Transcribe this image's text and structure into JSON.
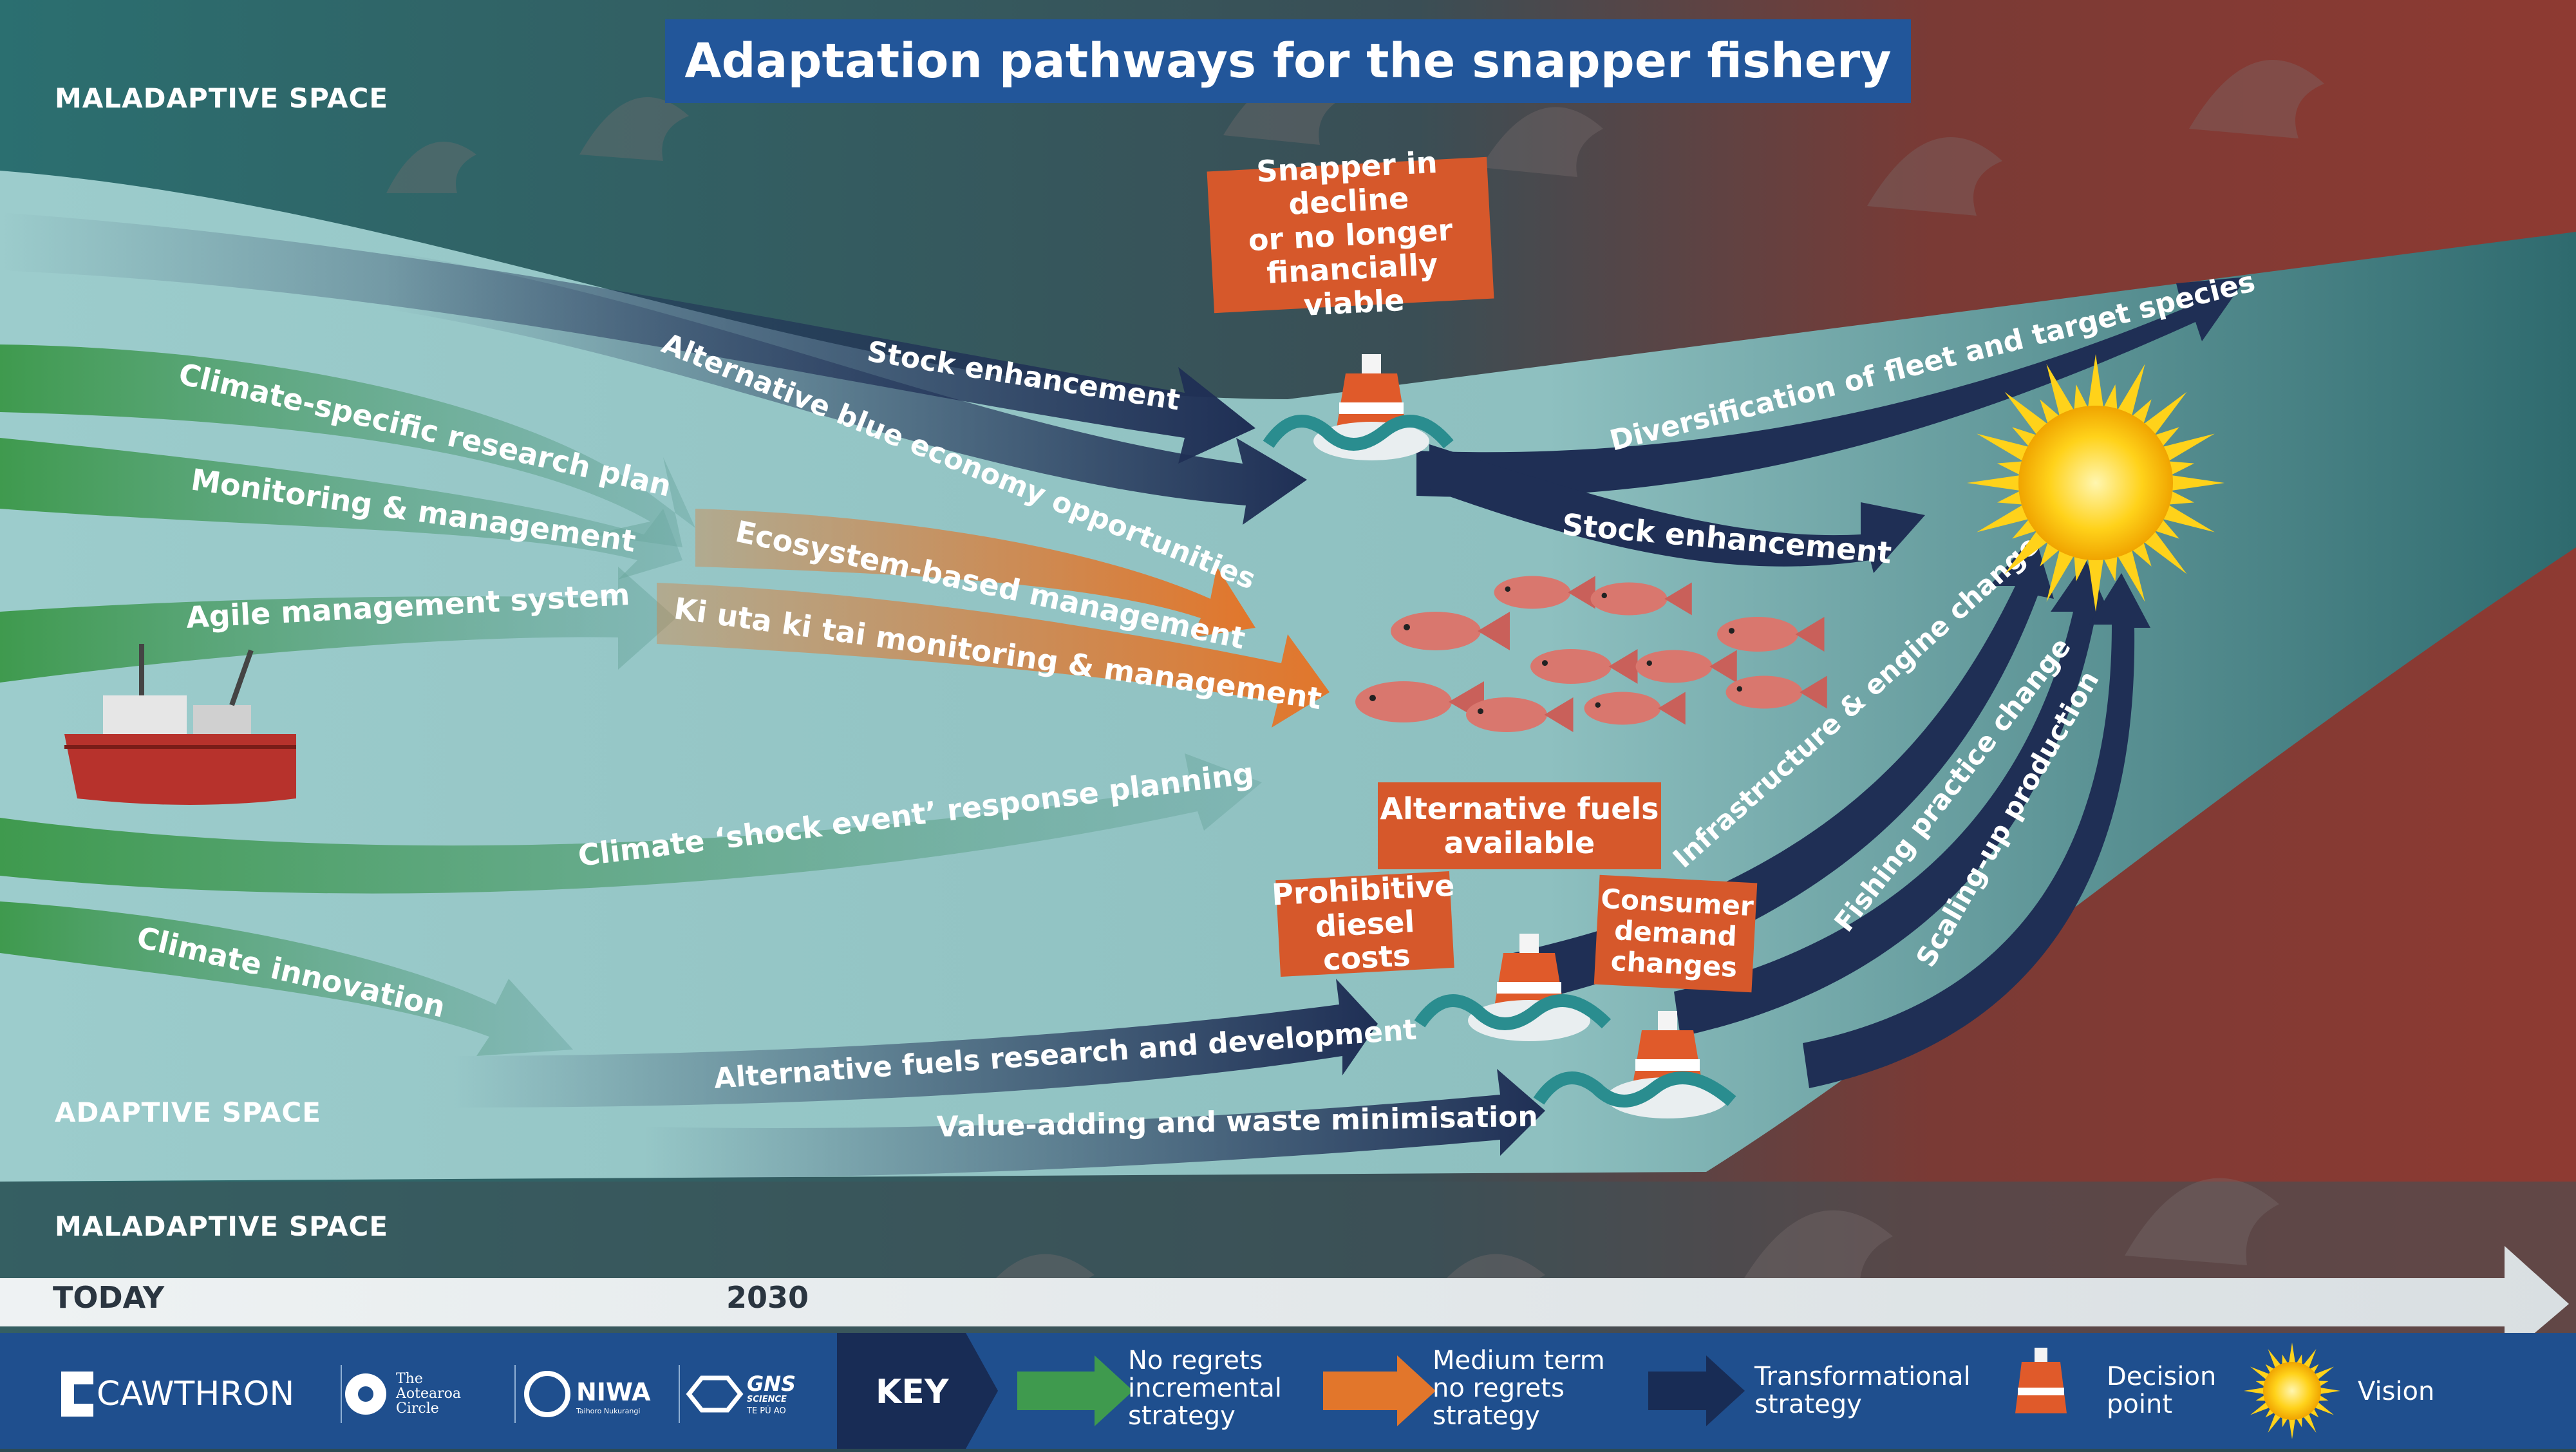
{
  "title": "Adaptation pathways for the snapper fishery",
  "spaces": {
    "maladaptive_top": "MALADAPTIVE SPACE",
    "adaptive": "ADAPTIVE SPACE",
    "maladaptive_bottom": "MALADAPTIVE SPACE"
  },
  "timeline": {
    "start": "TODAY",
    "milestone": "2030"
  },
  "pathways": {
    "stock_enhancement_1": "Stock enhancement",
    "alt_blue_economy": "Alternative blue economy opportunities",
    "climate_research_plan": "Climate-specific research plan",
    "monitoring_management": "Monitoring & management",
    "ecosystem_management": "Ecosystem-based management",
    "agile_management": "Agile management system",
    "ki_uta_ki_tai": "Ki uta ki tai monitoring & management",
    "shock_event": "Climate ‘shock event’ response planning",
    "climate_innovation": "Climate innovation",
    "alt_fuels_rd": "Alternative fuels research and development",
    "value_adding": "Value-adding and waste minimisation",
    "diversification": "Diversification of fleet and target species",
    "stock_enhancement_2": "Stock enhancement",
    "infrastructure": "Infrastructure & engine change",
    "fishing_practice": "Fishing practice change",
    "scaling_up": "Scaling-up production"
  },
  "decision_points": {
    "snapper_decline": [
      "Snapper in decline",
      "or no longer",
      "financially viable"
    ],
    "alt_fuels_available": [
      "Alternative fuels",
      "available"
    ],
    "prohibitive_diesel": [
      "Prohibitive",
      "diesel costs"
    ],
    "consumer_demand": [
      "Consumer",
      "demand",
      "changes"
    ]
  },
  "logos": {
    "cawthron": "CAWTHRON",
    "aotearoa_circle": [
      "The",
      "Aotearoa",
      "Circle"
    ],
    "niwa": "NIWA",
    "niwa_sub": "Taihoro Nukurangi",
    "gns": "GNS",
    "gns_sub": "SCIENCE",
    "gns_sub2": "TE PŪ AO"
  },
  "key": {
    "label": "KEY",
    "no_regrets": [
      "No regrets",
      "incremental",
      "strategy"
    ],
    "medium_term": [
      "Medium term",
      "no regrets",
      "strategy"
    ],
    "transformational": [
      "Transformational",
      "strategy"
    ],
    "decision_point": [
      "Decision",
      "point"
    ],
    "vision": "Vision"
  },
  "colors": {
    "green": "#3f9a4e",
    "orange": "#e2762b",
    "navy": "#1f2f55",
    "decision_orange": "#d6582b",
    "title_blue": "#22569a",
    "adaptive_teal": "#8fc1c2",
    "maladaptive_red": "#8a3a33"
  },
  "icons": [
    "fishing-boat-icon",
    "buoy-icon",
    "sun-icon",
    "snapper-fish-icon",
    "wave-icon"
  ]
}
